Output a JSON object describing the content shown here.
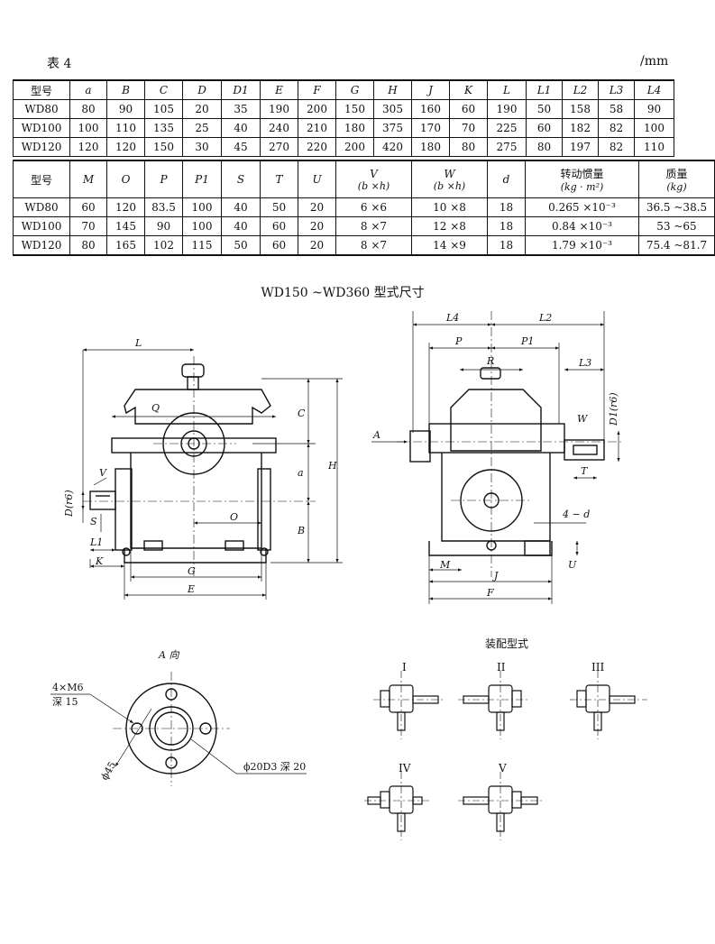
{
  "caption": {
    "table_label": "表 4",
    "unit": "/mm"
  },
  "table1": {
    "header": [
      "型号",
      "a",
      "B",
      "C",
      "D",
      "D1",
      "E",
      "F",
      "G",
      "H",
      "J",
      "K",
      "L",
      "L1",
      "L2",
      "L3",
      "L4"
    ],
    "rows": [
      [
        "WD80",
        "80",
        "90",
        "105",
        "20",
        "35",
        "190",
        "200",
        "150",
        "305",
        "160",
        "60",
        "190",
        "50",
        "158",
        "58",
        "90"
      ],
      [
        "WD100",
        "100",
        "110",
        "135",
        "25",
        "40",
        "240",
        "210",
        "180",
        "375",
        "170",
        "70",
        "225",
        "60",
        "182",
        "82",
        "100"
      ],
      [
        "WD120",
        "120",
        "120",
        "150",
        "30",
        "45",
        "270",
        "220",
        "200",
        "420",
        "180",
        "80",
        "275",
        "80",
        "197",
        "82",
        "110"
      ]
    ]
  },
  "table2": {
    "header": [
      "型号",
      "M",
      "O",
      "P",
      "P1",
      "S",
      "T",
      "U",
      "V",
      "W",
      "d",
      "转动惯量",
      "质量"
    ],
    "header_sub": [
      "",
      "",
      "",
      "",
      "",
      "",
      "",
      "",
      "(b ×h)",
      "(b ×h)",
      "",
      "(kg · m²)",
      "(kg)"
    ],
    "rows": [
      [
        "WD80",
        "60",
        "120",
        "83.5",
        "100",
        "40",
        "50",
        "20",
        "6 ×6",
        "10 ×8",
        "18",
        "0.265 ×10⁻³",
        "36.5 ~38.5"
      ],
      [
        "WD100",
        "70",
        "145",
        "90",
        "100",
        "40",
        "60",
        "20",
        "8 ×7",
        "12 ×8",
        "18",
        "0.84 ×10⁻³",
        "53 ~65"
      ],
      [
        "WD120",
        "80",
        "165",
        "102",
        "115",
        "50",
        "60",
        "20",
        "8 ×7",
        "14 ×9",
        "18",
        "1.79 ×10⁻³",
        "75.4 ~81.7"
      ]
    ]
  },
  "drawing": {
    "title": "WD150 ~WD360 型式尺寸",
    "front_labels": [
      "L",
      "C",
      "Q",
      "a",
      "H",
      "V",
      "D(r6)",
      "S",
      "L1",
      "O",
      "B",
      "K",
      "G",
      "E"
    ],
    "side_labels": [
      "L4",
      "L2",
      "P",
      "P1",
      "L3",
      "R",
      "D1(r6)",
      "W",
      "A",
      "T",
      "4 − d",
      "U",
      "M",
      "J",
      "F"
    ],
    "flange_title": "A 向",
    "flange_labels": {
      "holes": "4×M6",
      "depth": "深 15",
      "dia": "ϕ45",
      "bore": "ϕ20D3 深 20"
    },
    "assembly_title": "装配型式",
    "assembly_forms": [
      "I",
      "II",
      "III",
      "IV",
      "V"
    ]
  }
}
